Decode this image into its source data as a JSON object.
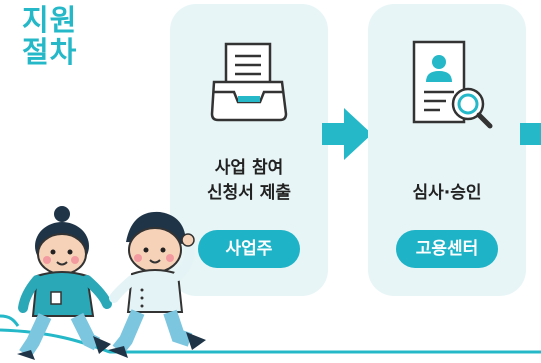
{
  "title": {
    "line1": "지원",
    "line2": "절차"
  },
  "steps": [
    {
      "line1": "사업 참여",
      "line2": "신청서 제출",
      "actor": "사업주",
      "icon": "document-tray-icon"
    },
    {
      "line1": "심사·승인",
      "actor": "고용센터",
      "icon": "document-magnifier-icon"
    }
  ],
  "colors": {
    "accent": "#24b8c8",
    "card_bg": "#e8f5f6",
    "pill": "#1fb3c7"
  }
}
